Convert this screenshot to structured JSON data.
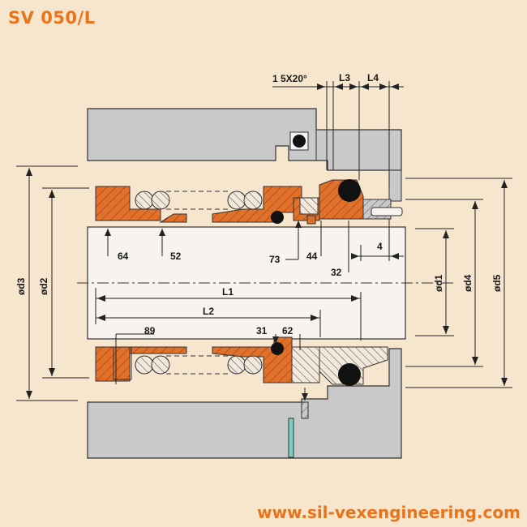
{
  "title": "SV 050/L",
  "website": "www.sil-vexengineering.com",
  "colors": {
    "background": "#f6e6cd",
    "accent": "#e8741c",
    "gray": "#c7c7c7",
    "orange": "#e0702a",
    "green": "#7fd0c0"
  },
  "dimensions": {
    "chamfer": "1 5X20°",
    "L3": "L3",
    "L4": "L4",
    "L1": "L1",
    "L2": "L2",
    "four": "4",
    "d1": "ød1",
    "d2": "ød2",
    "d3": "ød3",
    "d4": "ød4",
    "d5": "ød5"
  },
  "parts": {
    "p64": "64",
    "p52": "52",
    "p73": "73",
    "p44": "44",
    "p32": "32",
    "p89": "89",
    "p31": "31",
    "p62": "62"
  }
}
